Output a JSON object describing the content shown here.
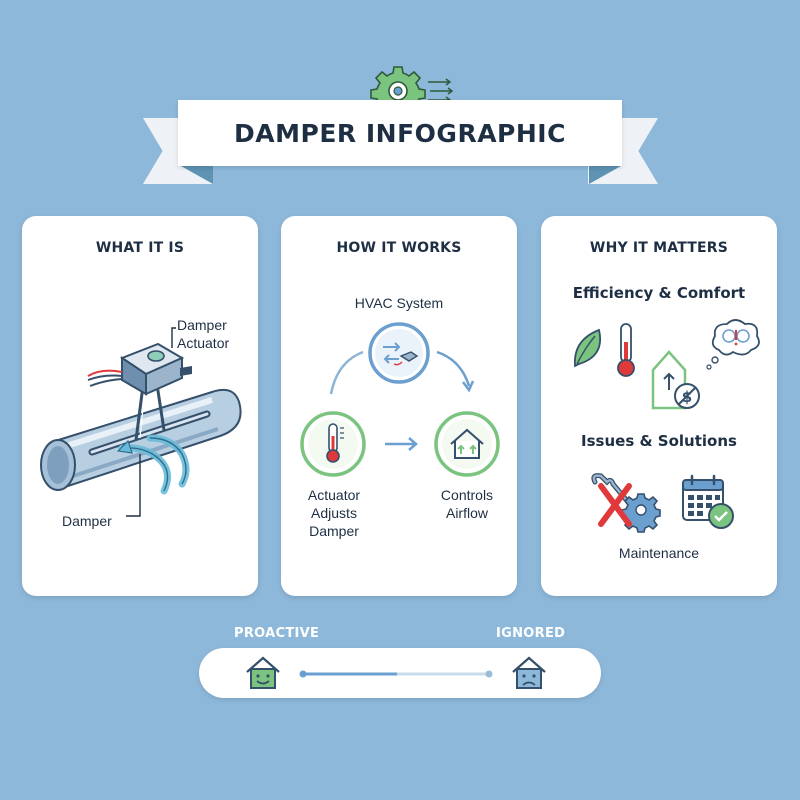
{
  "title": "DAMPER INFOGRAPHIC",
  "cards": [
    {
      "heading": "WHAT IT IS",
      "labels": {
        "actuator": "Damper\nActuator",
        "damper": "Damper"
      }
    },
    {
      "heading": "HOW IT WORKS",
      "labels": {
        "system": "HVAC System",
        "actuator": "Actuator\nAdjusts\nDamper",
        "airflow": "Controls\nAirflow"
      }
    },
    {
      "heading": "WHY IT MATTERS",
      "sections": {
        "efficiency": "Efficiency & Comfort",
        "issues": "Issues & Solutions",
        "maintenance": "Maintenance"
      }
    }
  ],
  "scale": {
    "left_label": "PROACTIVE",
    "right_label": "IGNORED",
    "left_icon": "happy-house-icon",
    "right_icon": "sad-house-icon"
  },
  "colors": {
    "background": "#8eb8da",
    "accent_green": "#7bc47f",
    "accent_blue": "#6a9fcf",
    "alert_red": "#e0393b",
    "text": "#1e2f44"
  }
}
